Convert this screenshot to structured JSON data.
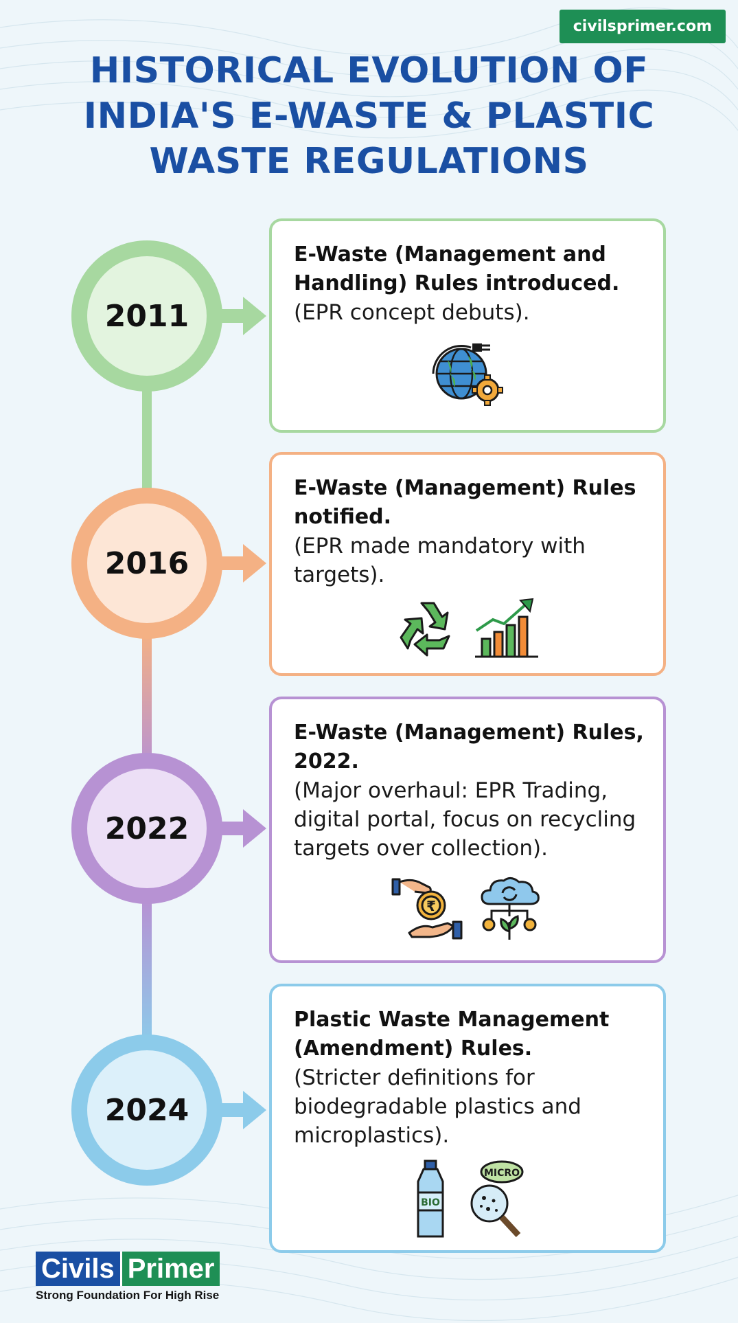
{
  "site_badge": "civilsprimer.com",
  "title_lines": [
    "HISTORICAL EVOLUTION OF",
    "INDIA'S E-WASTE & PLASTIC",
    "WASTE REGULATIONS"
  ],
  "colors": {
    "title": "#1a4fa3",
    "badge": "#1e8f55",
    "green": "#a7d8a0",
    "orange": "#f4b184",
    "purple": "#b792d3",
    "blue": "#8ccbea"
  },
  "timeline": [
    {
      "year": "2011",
      "title_lines": [
        "E-Waste (Management and",
        "Handling) Rules introduced."
      ],
      "desc_lines": [
        "(EPR concept debuts)."
      ],
      "icons": [
        "globe-plug-gear-icon"
      ]
    },
    {
      "year": "2016",
      "title_lines": [
        "E-Waste (Management) Rules",
        "notified."
      ],
      "desc_lines": [
        "(EPR made mandatory with",
        "targets)."
      ],
      "icons": [
        "recycle-icon",
        "growth-chart-icon"
      ]
    },
    {
      "year": "2022",
      "title_lines": [
        "E-Waste (Management) Rules,",
        "2022."
      ],
      "desc_lines": [
        "(Major overhaul: EPR Trading,",
        "digital portal, focus on recycling",
        "targets over collection)."
      ],
      "icons": [
        "rupee-coin-hand-icon",
        "cloud-network-icon"
      ]
    },
    {
      "year": "2024",
      "title_lines": [
        "Plastic Waste Management",
        "(Amendment) Rules."
      ],
      "desc_lines": [
        "(Stricter definitions for",
        "biodegradable plastics and",
        "microplastics)."
      ],
      "icons": [
        "bio-bottle-icon",
        "micro-magnifier-icon"
      ],
      "icon_labels": {
        "bottle": "BIO",
        "bubble": "MICRO"
      }
    }
  ],
  "logo": {
    "civils": "Civils",
    "primer": "Primer",
    "tagline": "Strong Foundation For High Rise"
  }
}
